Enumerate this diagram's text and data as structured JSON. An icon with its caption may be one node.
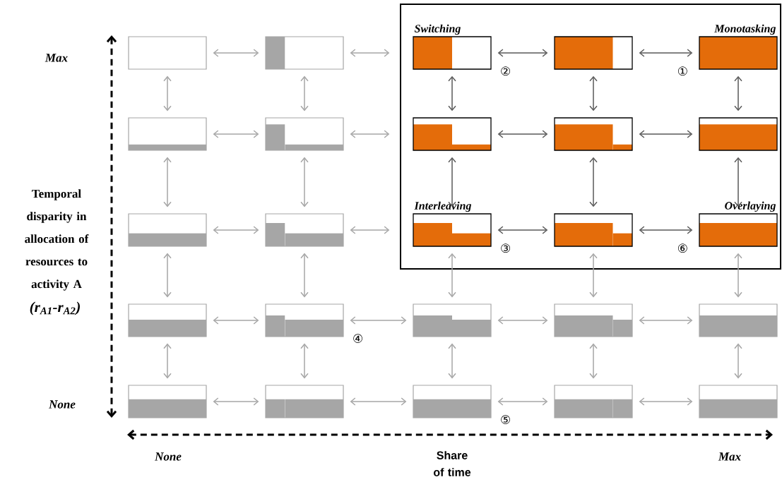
{
  "diagram": {
    "nodes": [
      {
        "text": [],
        "shape": "box"
      },
      {
        "text": [],
        "shape": "box"
      },
      {
        "text": [],
        "shape": "box"
      },
      {
        "text": [
          "Switching"
        ],
        "in": 0,
        "beside": [
          "②"
        ]
      },
      {
        "text": [],
        "shape": "box",
        "in": 0
      },
      {
        "text": [
          "Monotasking"
        ],
        "in": 0,
        "beside": [
          "①"
        ]
      },
      {
        "text": [],
        "shape": "box"
      },
      {
        "text": [],
        "shape": "box"
      },
      {
        "text": [],
        "shape": "box",
        "in": 0
      },
      {
        "text": [],
        "shape": "box",
        "in": 0
      },
      {
        "text": [],
        "shape": "box",
        "in": 0
      },
      {
        "text": [],
        "shape": "box"
      },
      {
        "text": [],
        "shape": "box"
      },
      {
        "text": [
          "Interleaving"
        ],
        "in": 0,
        "beside": [
          "③"
        ]
      },
      {
        "text": [],
        "shape": "box",
        "in": 0
      },
      {
        "text": [
          "Overlaying"
        ],
        "in": 0,
        "beside": [
          "⑥"
        ]
      },
      {
        "text": [],
        "shape": "box"
      },
      {
        "text": [],
        "shape": "box",
        "beside": [
          "④"
        ]
      },
      {
        "text": [],
        "shape": "box"
      },
      {
        "text": [],
        "shape": "box"
      },
      {
        "text": [],
        "shape": "box"
      },
      {
        "text": [],
        "shape": "box"
      },
      {
        "text": [],
        "shape": "box"
      },
      {
        "text": [],
        "shape": "box",
        "beside": [
          "⑤"
        ]
      },
      {
        "text": [],
        "shape": "box"
      },
      {
        "text": [],
        "shape": "box"
      }
    ],
    "edges": [
      {
        "from": 1,
        "to": 2,
        "arrow": "both"
      },
      {
        "from": 2,
        "to": 3,
        "arrow": "both"
      },
      {
        "from": 3,
        "to": 4,
        "arrow": "both",
        "color": "#595959"
      },
      {
        "from": 4,
        "to": 5,
        "arrow": "both",
        "color": "#595959"
      },
      {
        "from": 6,
        "to": 7,
        "arrow": "both"
      },
      {
        "from": 7,
        "to": 8,
        "arrow": "both"
      },
      {
        "from": 8,
        "to": 9,
        "arrow": "both",
        "color": "#595959"
      },
      {
        "from": 9,
        "to": 10,
        "arrow": "both",
        "color": "#595959"
      },
      {
        "from": 11,
        "to": 12,
        "arrow": "both"
      },
      {
        "from": 12,
        "to": 13,
        "arrow": "both"
      },
      {
        "from": 13,
        "to": 14,
        "arrow": "both",
        "color": "#595959"
      },
      {
        "from": 14,
        "to": 15,
        "arrow": "both",
        "color": "#595959"
      },
      {
        "from": 16,
        "to": 17,
        "arrow": "both"
      },
      {
        "from": 17,
        "to": 18,
        "arrow": "both"
      },
      {
        "from": 18,
        "to": 19,
        "arrow": "both"
      },
      {
        "from": 19,
        "to": 20,
        "arrow": "both"
      },
      {
        "from": 21,
        "to": 22,
        "arrow": "both"
      },
      {
        "from": 22,
        "to": 23,
        "arrow": "both"
      },
      {
        "from": 23,
        "to": 24,
        "arrow": "both"
      },
      {
        "from": 24,
        "to": 25,
        "arrow": "both"
      },
      {
        "from": 1,
        "to": 6,
        "arrow": "both"
      },
      {
        "from": 2,
        "to": 7,
        "arrow": "both"
      },
      {
        "from": 3,
        "to": 8,
        "arrow": "both",
        "color": "#595959"
      },
      {
        "from": 4,
        "to": 9,
        "arrow": "both",
        "color": "#595959"
      },
      {
        "from": 5,
        "to": 10,
        "arrow": "both",
        "color": "#595959"
      },
      {
        "from": 6,
        "to": 11,
        "arrow": "both"
      },
      {
        "from": 7,
        "to": 12,
        "arrow": "both"
      },
      {
        "from": 8,
        "to": 13,
        "arrow": "both",
        "color": "#595959"
      },
      {
        "from": 9,
        "to": 14,
        "arrow": "both",
        "color": "#595959"
      },
      {
        "from": 10,
        "to": 15,
        "arrow": "both",
        "color": "#595959"
      },
      {
        "from": 11,
        "to": 16,
        "arrow": "both"
      },
      {
        "from": 12,
        "to": 17,
        "arrow": "both"
      },
      {
        "from": 13,
        "to": 18,
        "arrow": "both"
      },
      {
        "from": 14,
        "to": 19,
        "arrow": "both"
      },
      {
        "from": 15,
        "to": 20,
        "arrow": "both"
      },
      {
        "from": 16,
        "to": 21,
        "arrow": "both"
      },
      {
        "from": 17,
        "to": 22,
        "arrow": "both"
      },
      {
        "from": 18,
        "to": 23,
        "arrow": "both"
      },
      {
        "from": 19,
        "to": 24,
        "arrow": "both"
      },
      {
        "from": 20,
        "to": 25,
        "arrow": "both"
      }
    ],
    "labels": [
      "Max",
      "Temporal disparity in allocation of resources to activity A",
      "(r$_{A1}$-r$_{A2}$)",
      "None",
      "None",
      "Share of time",
      "Max"
    ]
  }
}
